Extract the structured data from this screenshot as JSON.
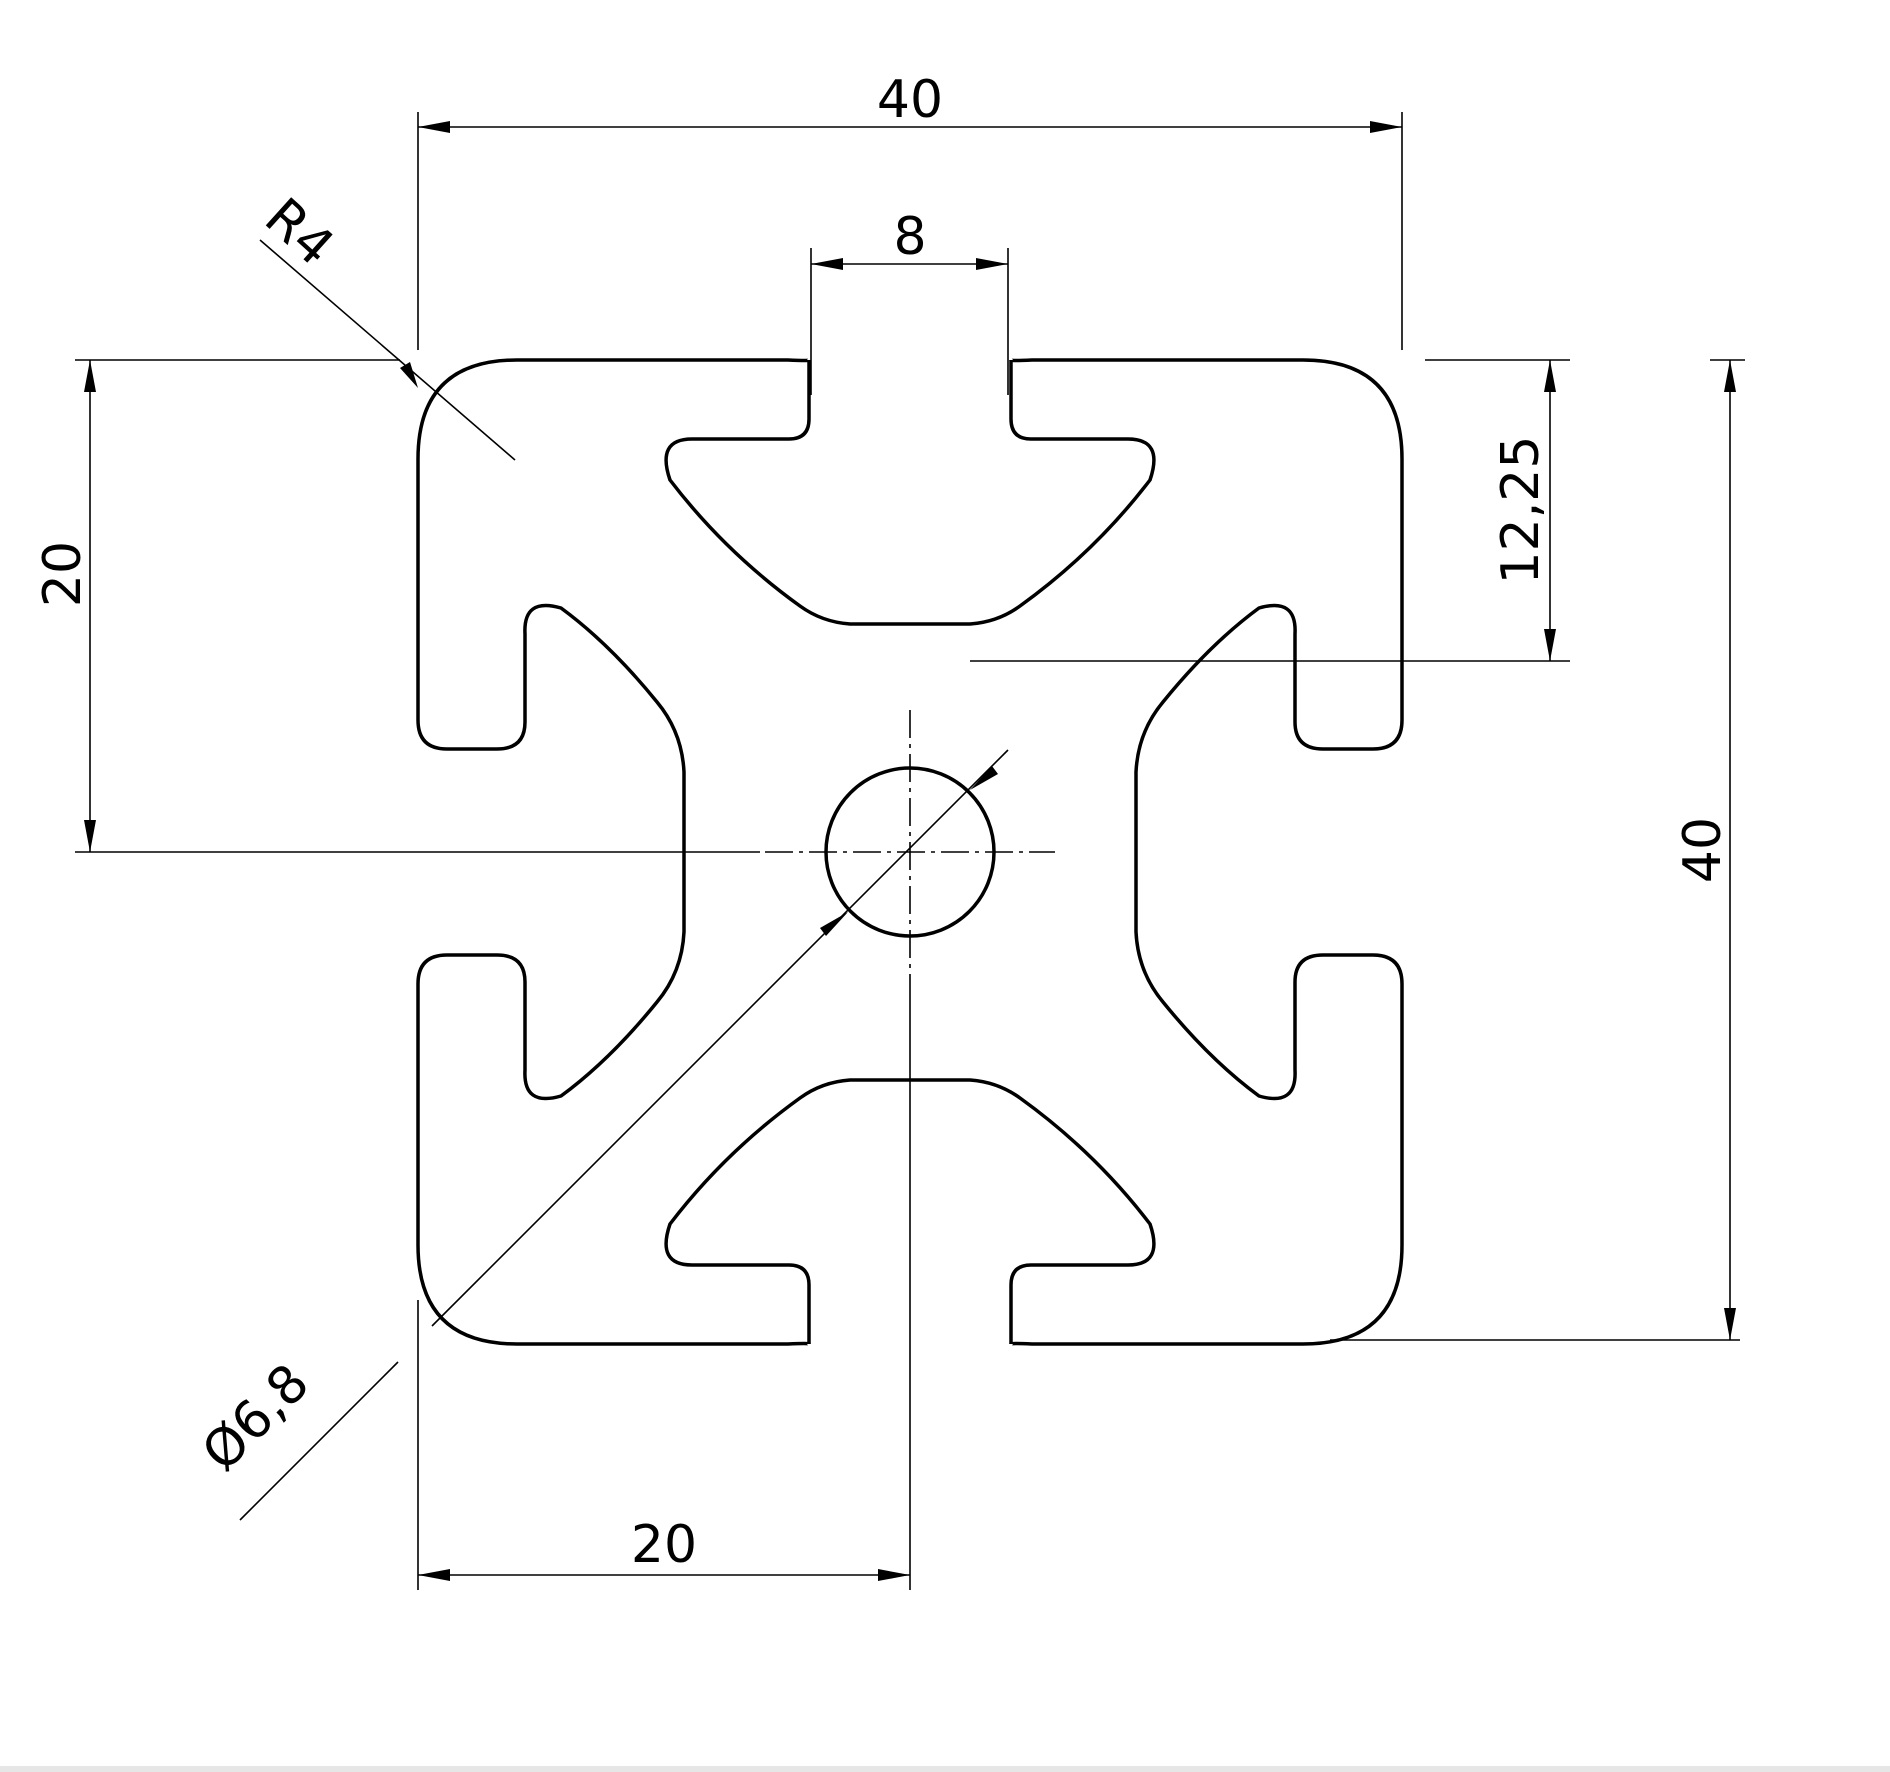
{
  "drawing": {
    "subject": "aluminium-profile-cross-section",
    "dimensions": {
      "overall_width": "40",
      "overall_height": "40",
      "slot_width": "8",
      "slot_depth": "12,25",
      "half_height": "20",
      "half_width": "20",
      "corner_radius": "R4",
      "bore_diameter": "Ø6,8"
    },
    "colors": {
      "line": "#000000",
      "background": "#ffffff"
    }
  }
}
